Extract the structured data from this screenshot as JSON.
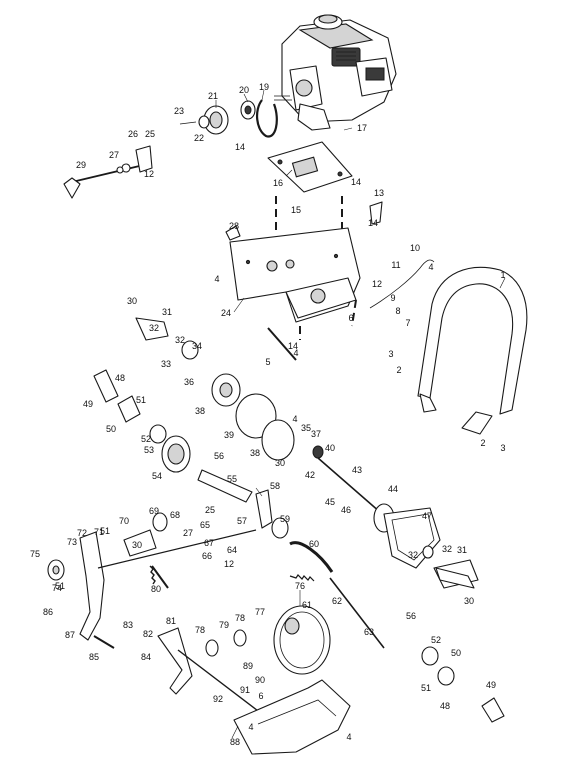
{
  "labels": [
    "1",
    "2",
    "3",
    "4",
    "5",
    "6",
    "7",
    "8",
    "9",
    "10",
    "11",
    "12",
    "13",
    "14",
    "15",
    "16",
    "17",
    "19",
    "20",
    "21",
    "22",
    "23",
    "24",
    "25",
    "26",
    "27",
    "28",
    "29",
    "30",
    "31",
    "32",
    "33",
    "34",
    "35",
    "36",
    "37",
    "38",
    "39",
    "40",
    "42",
    "43",
    "44",
    "45",
    "46",
    "47",
    "48",
    "49",
    "50",
    "51",
    "52",
    "53",
    "54",
    "55",
    "56",
    "57",
    "58",
    "59",
    "60",
    "61",
    "62",
    "63",
    "64",
    "65",
    "66",
    "67",
    "68",
    "69",
    "70",
    "71",
    "72",
    "73",
    "74",
    "75",
    "76",
    "77",
    "78",
    "79",
    "80",
    "81",
    "82",
    "83",
    "84",
    "85",
    "86",
    "87",
    "88",
    "89",
    "90",
    "91",
    "92"
  ],
  "callouts": [
    {
      "t": "1"
    },
    {
      "t": "2"
    },
    {
      "t": "2"
    },
    {
      "t": "3"
    },
    {
      "t": "3"
    },
    {
      "t": "4"
    },
    {
      "t": "4"
    },
    {
      "t": "4"
    },
    {
      "t": "4"
    },
    {
      "t": "4"
    },
    {
      "t": "4"
    },
    {
      "t": "5"
    },
    {
      "t": "6"
    },
    {
      "t": "6"
    },
    {
      "t": "7"
    },
    {
      "t": "8"
    },
    {
      "t": "9"
    },
    {
      "t": "10"
    },
    {
      "t": "11"
    },
    {
      "t": "12"
    },
    {
      "t": "12"
    },
    {
      "t": "12"
    },
    {
      "t": "13"
    },
    {
      "t": "14"
    },
    {
      "t": "14"
    },
    {
      "t": "14"
    },
    {
      "t": "14"
    },
    {
      "t": "15"
    },
    {
      "t": "16"
    },
    {
      "t": "17"
    },
    {
      "t": "19"
    },
    {
      "t": "20"
    },
    {
      "t": "21"
    },
    {
      "t": "22"
    },
    {
      "t": "23"
    },
    {
      "t": "24"
    },
    {
      "t": "25"
    },
    {
      "t": "25"
    },
    {
      "t": "26"
    },
    {
      "t": "27"
    },
    {
      "t": "27"
    },
    {
      "t": "28"
    },
    {
      "t": "29"
    },
    {
      "t": "30"
    },
    {
      "t": "30"
    },
    {
      "t": "30"
    },
    {
      "t": "30"
    },
    {
      "t": "31"
    },
    {
      "t": "31"
    },
    {
      "t": "32"
    },
    {
      "t": "32"
    },
    {
      "t": "32"
    },
    {
      "t": "32"
    },
    {
      "t": "33"
    },
    {
      "t": "34"
    },
    {
      "t": "35"
    },
    {
      "t": "36"
    },
    {
      "t": "37"
    },
    {
      "t": "38"
    },
    {
      "t": "38"
    },
    {
      "t": "39"
    },
    {
      "t": "40"
    },
    {
      "t": "42"
    },
    {
      "t": "43"
    },
    {
      "t": "44"
    },
    {
      "t": "45"
    },
    {
      "t": "46"
    },
    {
      "t": "47"
    },
    {
      "t": "48"
    },
    {
      "t": "48"
    },
    {
      "t": "49"
    },
    {
      "t": "49"
    },
    {
      "t": "50"
    },
    {
      "t": "50"
    },
    {
      "t": "51"
    },
    {
      "t": "51"
    },
    {
      "t": "51"
    },
    {
      "t": "51"
    },
    {
      "t": "52"
    },
    {
      "t": "52"
    },
    {
      "t": "53"
    },
    {
      "t": "54"
    },
    {
      "t": "55"
    },
    {
      "t": "56"
    },
    {
      "t": "56"
    },
    {
      "t": "57"
    },
    {
      "t": "58"
    },
    {
      "t": "59"
    },
    {
      "t": "60"
    },
    {
      "t": "61"
    },
    {
      "t": "62"
    },
    {
      "t": "63"
    },
    {
      "t": "64"
    },
    {
      "t": "65"
    },
    {
      "t": "66"
    },
    {
      "t": "67"
    },
    {
      "t": "68"
    },
    {
      "t": "69"
    },
    {
      "t": "70"
    },
    {
      "t": "71"
    },
    {
      "t": "72"
    },
    {
      "t": "73"
    },
    {
      "t": "74"
    },
    {
      "t": "75"
    },
    {
      "t": "76"
    },
    {
      "t": "77"
    },
    {
      "t": "78"
    },
    {
      "t": "78"
    },
    {
      "t": "79"
    },
    {
      "t": "80"
    },
    {
      "t": "81"
    },
    {
      "t": "82"
    },
    {
      "t": "83"
    },
    {
      "t": "84"
    },
    {
      "t": "85"
    },
    {
      "t": "86"
    },
    {
      "t": "87"
    },
    {
      "t": "88"
    },
    {
      "t": "89"
    },
    {
      "t": "90"
    },
    {
      "t": "91"
    },
    {
      "t": "92"
    }
  ]
}
